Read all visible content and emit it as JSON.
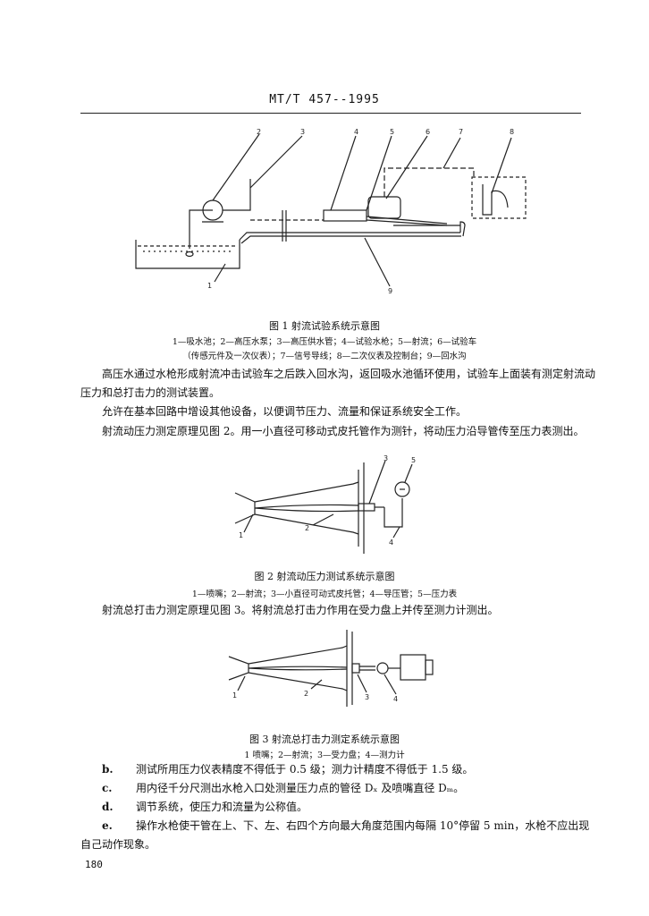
{
  "header": {
    "standard": "MT/T 457--1995"
  },
  "figure1": {
    "caption": "图 1   射流试验系统示意图",
    "legend_line1": "1—吸水池；2—高压水泵；3—高压供水管；4—试验水枪；5—射流；6—试验车",
    "legend_line2": "（传感元件及一次仪表）；7—信号导线；8—二次仪表及控制台；9—回水沟",
    "labels": [
      "1",
      "2",
      "3",
      "4",
      "5",
      "6",
      "7",
      "8",
      "9"
    ]
  },
  "paragraphs": [
    "高压水通过水枪形成射流冲击试验车之后跌入回水沟，返回吸水池循环使用，试验车上面装有测定射流动压力和总打击力的测试装置。",
    "允许在基本回路中增设其他设备，以便调节压力、流量和保证系统安全工作。",
    "射流动压力测定原理见图 2。用一小直径可移动式皮托管作为测针，将动压力沿导管传至压力表测出。"
  ],
  "figure2": {
    "caption": "图 2   射流动压力测试系统示意图",
    "legend": "1—喷嘴；2—射流；3—小直径可动式皮托管；4—导压管；5—压力表",
    "labels": [
      "1",
      "2",
      "3",
      "4",
      "5"
    ]
  },
  "paragraph_fig3": "射流总打击力测定原理见图 3。将射流总打击力作用在受力盘上并传至测力计测出。",
  "figure3": {
    "caption": "图 3   射流总打击力测定系统示意图",
    "legend": "1  喷嘴；2—射流；3—受力盘；4—测力计",
    "labels": [
      "1",
      "2",
      "3",
      "4"
    ]
  },
  "items": [
    {
      "label": "b.",
      "text": "测试所用压力仪表精度不得低于 0.5 级；测力计精度不得低于 1.5 级。"
    },
    {
      "label": "c.",
      "text": "用内径千分尺测出水枪入口处测量压力点的管径 Dₓ 及喷嘴直径 Dₘ。"
    },
    {
      "label": "d.",
      "text": "调节系统，使压力和流量为公称值。"
    },
    {
      "label": "e.",
      "text": "操作水枪使干管在上、下、左、右四个方向最大角度范围内每隔 10°停留 5 min，水枪不应出现自己动作现象。"
    }
  ],
  "page_number": "180"
}
